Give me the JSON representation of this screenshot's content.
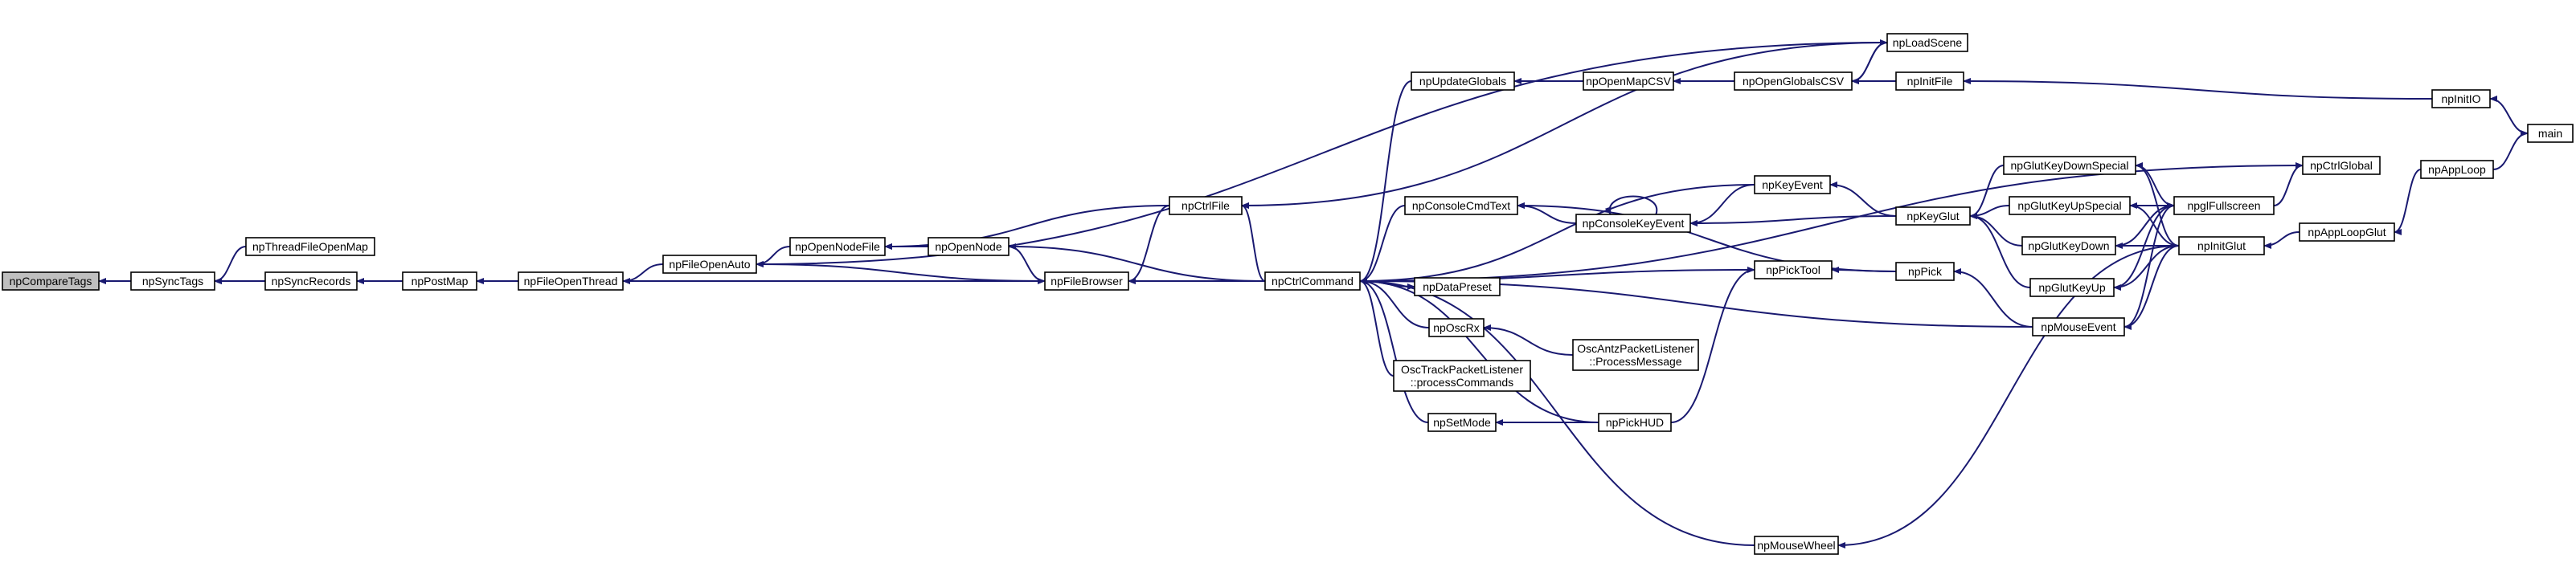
{
  "colors": {
    "background": "#ffffff",
    "node_fill": "#ffffff",
    "root_fill": "#bfbfbf",
    "node_border": "#000000",
    "edge": "#191970"
  },
  "nodes": [
    {
      "id": "npCompareTags",
      "lines": [
        "npCompareTags"
      ],
      "root": true
    },
    {
      "id": "npSyncTags",
      "lines": [
        "npSyncTags"
      ]
    },
    {
      "id": "npThreadFileOpenMap",
      "lines": [
        "npThreadFileOpenMap"
      ]
    },
    {
      "id": "npSyncRecords",
      "lines": [
        "npSyncRecords"
      ]
    },
    {
      "id": "npPostMap",
      "lines": [
        "npPostMap"
      ]
    },
    {
      "id": "npFileOpenThread",
      "lines": [
        "npFileOpenThread"
      ]
    },
    {
      "id": "npFileOpenAuto",
      "lines": [
        "npFileOpenAuto"
      ]
    },
    {
      "id": "npOpenNodeFile",
      "lines": [
        "npOpenNodeFile"
      ]
    },
    {
      "id": "npOpenNode",
      "lines": [
        "npOpenNode"
      ]
    },
    {
      "id": "npFileBrowser",
      "lines": [
        "npFileBrowser"
      ]
    },
    {
      "id": "npCtrlFile",
      "lines": [
        "npCtrlFile"
      ]
    },
    {
      "id": "npCtrlCommand",
      "lines": [
        "npCtrlCommand"
      ]
    },
    {
      "id": "npLoadScene",
      "lines": [
        "npLoadScene"
      ]
    },
    {
      "id": "npUpdateGlobals",
      "lines": [
        "npUpdateGlobals"
      ]
    },
    {
      "id": "npOpenMapCSV",
      "lines": [
        "npOpenMapCSV"
      ]
    },
    {
      "id": "npOpenGlobalsCSV",
      "lines": [
        "npOpenGlobalsCSV"
      ]
    },
    {
      "id": "npInitFile",
      "lines": [
        "npInitFile"
      ]
    },
    {
      "id": "npInitIO",
      "lines": [
        "npInitIO"
      ]
    },
    {
      "id": "main",
      "lines": [
        "main"
      ]
    },
    {
      "id": "npCtrlGlobal",
      "lines": [
        "npCtrlGlobal"
      ]
    },
    {
      "id": "npConsoleCmdText",
      "lines": [
        "npConsoleCmdText"
      ]
    },
    {
      "id": "npConsoleKeyEvent",
      "lines": [
        "npConsoleKeyEvent"
      ]
    },
    {
      "id": "npKeyEvent",
      "lines": [
        "npKeyEvent"
      ]
    },
    {
      "id": "npKeyGlut",
      "lines": [
        "npKeyGlut"
      ]
    },
    {
      "id": "npGlutKeyDownSpecial",
      "lines": [
        "npGlutKeyDownSpecial"
      ]
    },
    {
      "id": "npGlutKeyUpSpecial",
      "lines": [
        "npGlutKeyUpSpecial"
      ]
    },
    {
      "id": "npGlutKeyDown",
      "lines": [
        "npGlutKeyDown"
      ]
    },
    {
      "id": "npGlutKeyUp",
      "lines": [
        "npGlutKeyUp"
      ]
    },
    {
      "id": "npglFullscreen",
      "lines": [
        "npglFullscreen"
      ]
    },
    {
      "id": "npInitGlut",
      "lines": [
        "npInitGlut"
      ]
    },
    {
      "id": "npAppLoop",
      "lines": [
        "npAppLoop"
      ]
    },
    {
      "id": "npAppLoopGlut",
      "lines": [
        "npAppLoopGlut"
      ]
    },
    {
      "id": "npDataPreset",
      "lines": [
        "npDataPreset"
      ]
    },
    {
      "id": "npOscRx",
      "lines": [
        "npOscRx"
      ]
    },
    {
      "id": "OscAntzPacketListener",
      "lines": [
        "OscAntzPacketListener",
        "::ProcessMessage"
      ]
    },
    {
      "id": "OscTrackPacketListener",
      "lines": [
        "OscTrackPacketListener",
        "::processCommands"
      ]
    },
    {
      "id": "npPickTool",
      "lines": [
        "npPickTool"
      ]
    },
    {
      "id": "npPick",
      "lines": [
        "npPick"
      ]
    },
    {
      "id": "npMouseEvent",
      "lines": [
        "npMouseEvent"
      ]
    },
    {
      "id": "npSetMode",
      "lines": [
        "npSetMode"
      ]
    },
    {
      "id": "npPickHUD",
      "lines": [
        "npPickHUD"
      ]
    },
    {
      "id": "npMouseWheel",
      "lines": [
        "npMouseWheel"
      ]
    }
  ],
  "edges": [
    {
      "from": "npSyncTags",
      "to": "npCompareTags"
    },
    {
      "from": "npThreadFileOpenMap",
      "to": "npSyncTags"
    },
    {
      "from": "npSyncRecords",
      "to": "npSyncTags"
    },
    {
      "from": "npFileBrowser",
      "to": "npSyncTags"
    },
    {
      "from": "npPostMap",
      "to": "npSyncRecords"
    },
    {
      "from": "npFileOpenThread",
      "to": "npPostMap"
    },
    {
      "from": "npFileOpenAuto",
      "to": "npFileOpenThread"
    },
    {
      "from": "npOpenNodeFile",
      "to": "npFileOpenAuto"
    },
    {
      "from": "npFileBrowser",
      "to": "npFileOpenAuto"
    },
    {
      "from": "npLoadScene",
      "to": "npFileOpenAuto"
    },
    {
      "from": "npOpenNode",
      "to": "npOpenNodeFile"
    },
    {
      "from": "npCtrlFile",
      "to": "npOpenNodeFile"
    },
    {
      "from": "npOpenNode",
      "to": "npFileBrowser"
    },
    {
      "from": "npCtrlFile",
      "to": "npFileBrowser"
    },
    {
      "from": "npCtrlCommand",
      "to": "npFileBrowser"
    },
    {
      "from": "npCtrlCommand",
      "to": "npOpenNode"
    },
    {
      "from": "npCtrlCommand",
      "to": "npCtrlFile"
    },
    {
      "from": "npLoadScene",
      "to": "npCtrlFile"
    },
    {
      "from": "npOpenGlobalsCSV",
      "to": "npLoadScene"
    },
    {
      "from": "npUpdateGlobals",
      "to": "npCtrlCommand"
    },
    {
      "from": "npCtrlGlobal",
      "to": "npCtrlCommand"
    },
    {
      "from": "npKeyEvent",
      "to": "npCtrlCommand"
    },
    {
      "from": "npConsoleCmdText",
      "to": "npCtrlCommand"
    },
    {
      "from": "npDataPreset",
      "to": "npCtrlCommand"
    },
    {
      "from": "npPickTool",
      "to": "npCtrlCommand"
    },
    {
      "from": "npOscRx",
      "to": "npCtrlCommand"
    },
    {
      "from": "OscTrackPacketListener",
      "to": "npCtrlCommand"
    },
    {
      "from": "npSetMode",
      "to": "npCtrlCommand"
    },
    {
      "from": "npPickHUD",
      "to": "npCtrlCommand"
    },
    {
      "from": "npMouseEvent",
      "to": "npCtrlCommand"
    },
    {
      "from": "npMouseWheel",
      "to": "npCtrlCommand"
    },
    {
      "from": "npCtrlCommand",
      "to": "npDataPreset"
    },
    {
      "from": "npOpenMapCSV",
      "to": "npUpdateGlobals"
    },
    {
      "from": "npOpenGlobalsCSV",
      "to": "npOpenMapCSV"
    },
    {
      "from": "npInitFile",
      "to": "npOpenGlobalsCSV"
    },
    {
      "from": "npLoadScene",
      "to": "npOpenGlobalsCSV"
    },
    {
      "from": "npInitIO",
      "to": "npInitFile"
    },
    {
      "from": "main",
      "to": "npInitIO"
    },
    {
      "from": "npAppLoop",
      "to": "main"
    },
    {
      "from": "npglFullscreen",
      "to": "npCtrlGlobal"
    },
    {
      "from": "npConsoleKeyEvent",
      "to": "npConsoleCmdText"
    },
    {
      "from": "npPick",
      "to": "npConsoleCmdText"
    },
    {
      "from": "npConsoleKeyEvent",
      "to": "npConsoleKeyEvent"
    },
    {
      "from": "npKeyEvent",
      "to": "npConsoleKeyEvent"
    },
    {
      "from": "npKeyGlut",
      "to": "npConsoleKeyEvent"
    },
    {
      "from": "npKeyGlut",
      "to": "npKeyEvent"
    },
    {
      "from": "npGlutKeyDownSpecial",
      "to": "npKeyGlut"
    },
    {
      "from": "npGlutKeyUpSpecial",
      "to": "npKeyGlut"
    },
    {
      "from": "npGlutKeyDown",
      "to": "npKeyGlut"
    },
    {
      "from": "npGlutKeyUp",
      "to": "npKeyGlut"
    },
    {
      "from": "npInitGlut",
      "to": "npGlutKeyDownSpecial"
    },
    {
      "from": "npInitGlut",
      "to": "npGlutKeyUpSpecial"
    },
    {
      "from": "npInitGlut",
      "to": "npGlutKeyDown"
    },
    {
      "from": "npInitGlut",
      "to": "npGlutKeyUp"
    },
    {
      "from": "npGlutKeyDownSpecial",
      "to": "npglFullscreen"
    },
    {
      "from": "npGlutKeyUpSpecial",
      "to": "npglFullscreen"
    },
    {
      "from": "npGlutKeyDown",
      "to": "npglFullscreen"
    },
    {
      "from": "npGlutKeyUp",
      "to": "npglFullscreen"
    },
    {
      "from": "npMouseEvent",
      "to": "npglFullscreen"
    },
    {
      "from": "npAppLoopGlut",
      "to": "npInitGlut"
    },
    {
      "from": "npAppLoop",
      "to": "npAppLoopGlut"
    },
    {
      "from": "OscAntzPacketListener",
      "to": "npOscRx"
    },
    {
      "from": "npPick",
      "to": "npPickTool"
    },
    {
      "from": "npPickHUD",
      "to": "npPickTool"
    },
    {
      "from": "npMouseEvent",
      "to": "npPick"
    },
    {
      "from": "npInitGlut",
      "to": "npMouseEvent"
    },
    {
      "from": "npPickHUD",
      "to": "npSetMode"
    },
    {
      "from": "npInitGlut",
      "to": "npMouseWheel"
    }
  ]
}
